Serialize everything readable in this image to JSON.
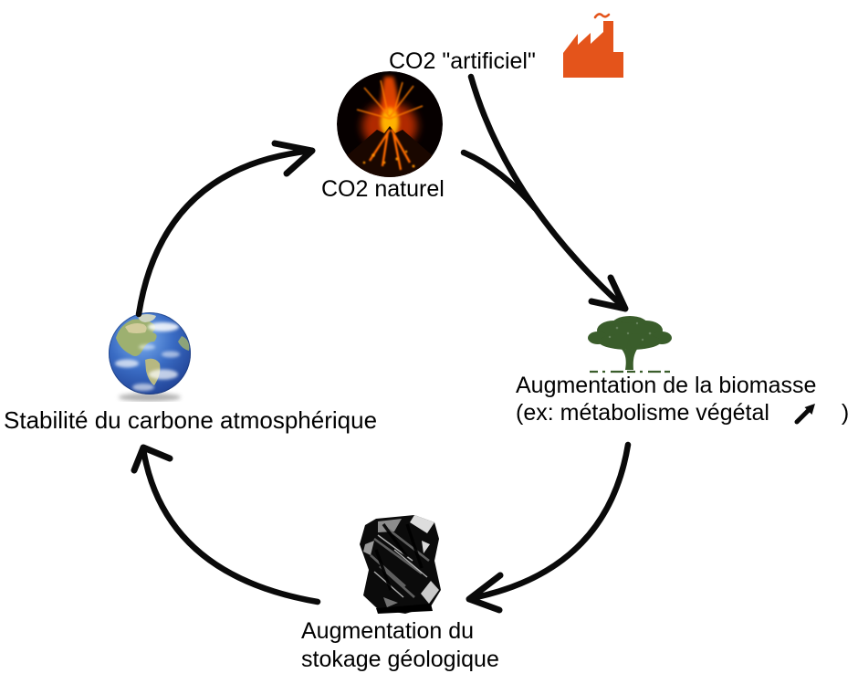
{
  "labels": {
    "co2_artificiel": "CO2 \"artificiel\"",
    "co2_naturel": "CO2 naturel",
    "biomasse_line1": "Augmentation de la biomasse",
    "biomasse_line2_prefix": "(ex: métabolisme végétal",
    "biomasse_line2_suffix": ")",
    "stockage_line1": "Augmentation du",
    "stockage_line2": "stokage géologique",
    "stabilite": "Stabilité du carbone atmosphérique"
  },
  "icons": {
    "factory": "factory-icon",
    "factory_smoke": "smoke-icon",
    "volcano": "volcano-image",
    "tree": "tree-icon",
    "coal": "coal-image",
    "earth": "earth-image",
    "growth_arrow": "growth-arrow-icon",
    "cycle_arrows": [
      "earth-to-volcano-arrow",
      "artificial-co2-to-tree-arrow",
      "volcano-to-tree-arrow",
      "tree-to-coal-arrow",
      "coal-to-earth-arrow"
    ]
  },
  "colors": {
    "background": "#ffffff",
    "text": "#000000",
    "arrow": "#0a0a0a",
    "factory_orange": "#e4541b",
    "tree_green": "#3a5d2b",
    "earth_blue": "#2e5fae",
    "lava_orange": "#ff5a00",
    "coal_black": "#0b0b0b"
  }
}
